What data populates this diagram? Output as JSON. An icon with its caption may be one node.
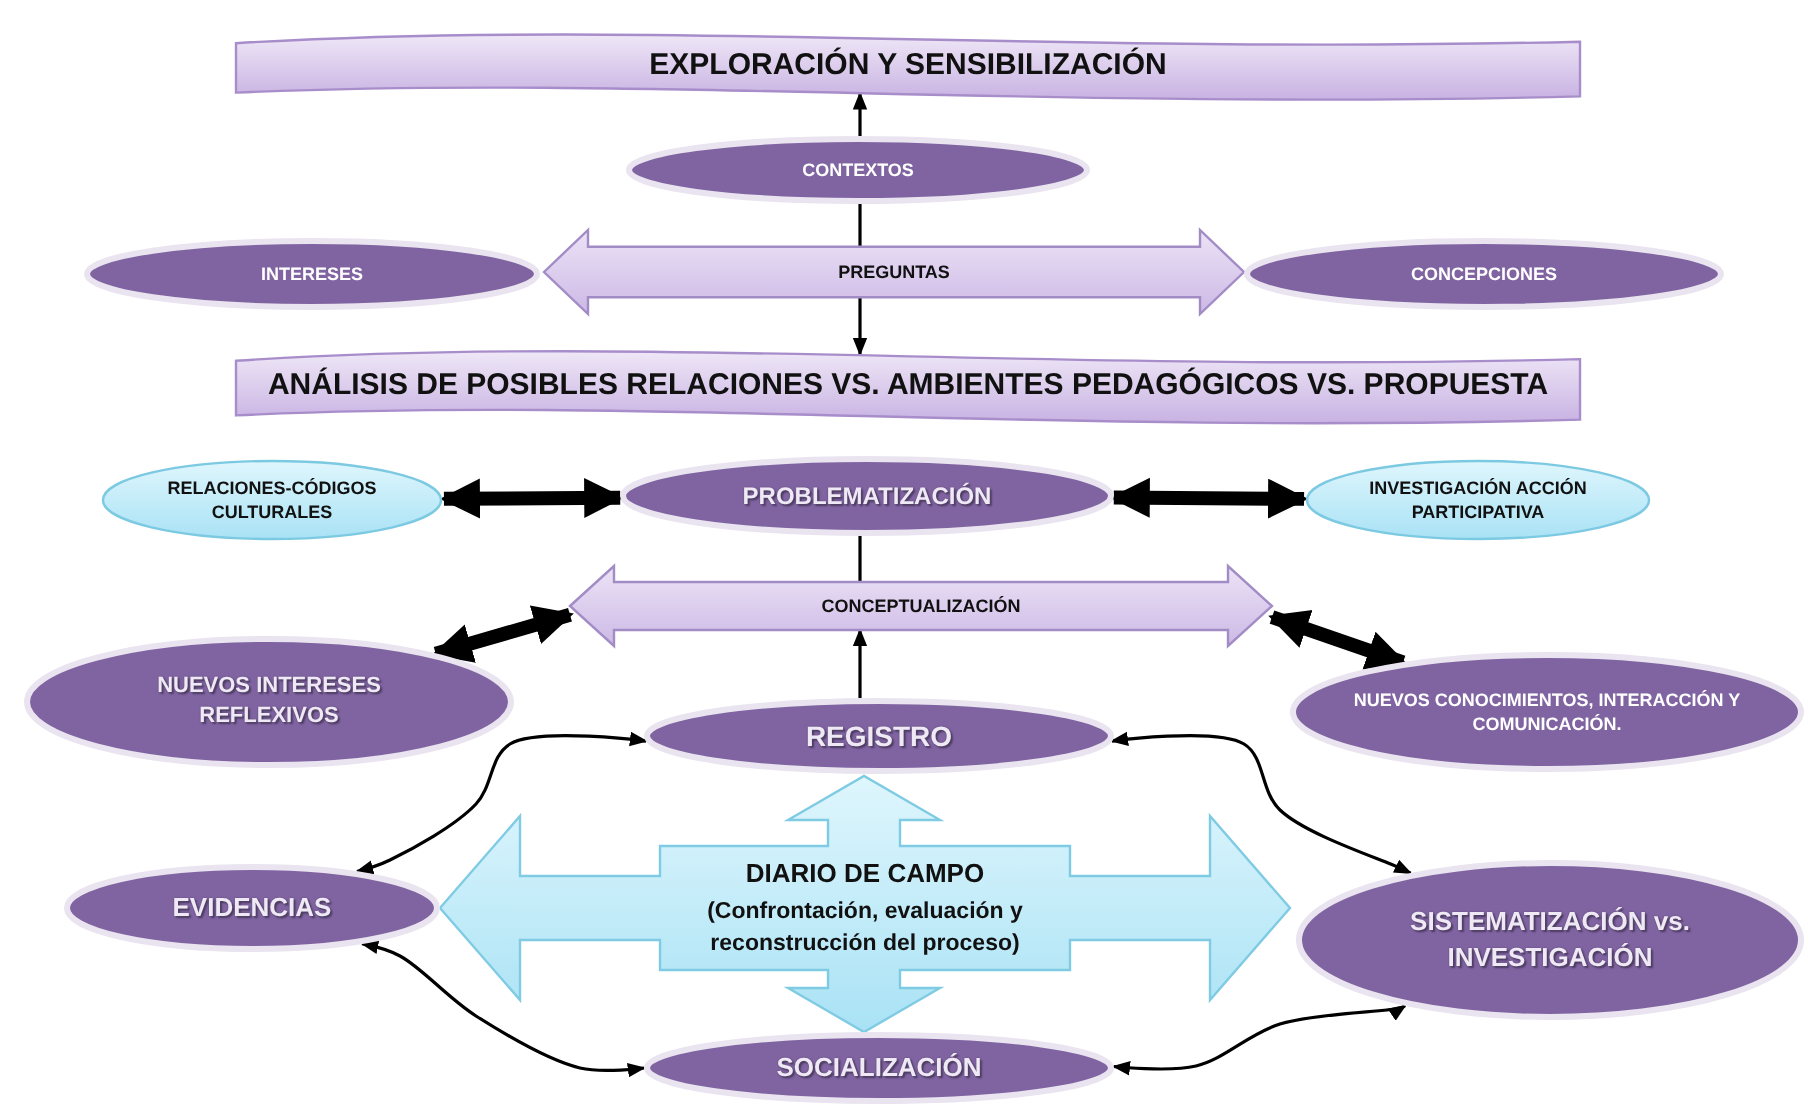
{
  "diagram": {
    "nodes": [
      {
        "text": [
          "EXPLORACIÓN Y SENSIBILIZACIÓN"
        ]
      },
      {
        "text": [
          "CONTEXTOS"
        ]
      },
      {
        "text": [
          "INTERESES"
        ]
      },
      {
        "text": [
          "PREGUNTAS"
        ]
      },
      {
        "text": [
          "CONCEPCIONES"
        ]
      },
      {
        "text": [
          "ANÁLISIS DE POSIBLES RELACIONES VS. AMBIENTES PEDAGÓGICOS VS. PROPUESTA"
        ]
      },
      {
        "text": [
          "RELACIONES-CÓDIGOS CULTURALES"
        ]
      },
      {
        "text": [
          "PROBLEMATIZACIÓN"
        ]
      },
      {
        "text": [
          "INVESTIGACIÓN ACCIÓN PARTICIPATIVA"
        ]
      },
      {
        "text": [
          "CONCEPTUALIZACIÓN"
        ]
      },
      {
        "text": [
          "NUEVOS INTERESES REFLEXIVOS"
        ]
      },
      {
        "text": [
          "NUEVOS CONOCIMIENTOS, INTERACCIÓN Y COMUNICACIÓN."
        ]
      },
      {
        "text": [
          "REGISTRO"
        ]
      },
      {
        "text": [
          "DIARIO DE CAMPO",
          "(Confrontación, evaluación y reconstrucción del proceso)"
        ]
      },
      {
        "text": [
          "EVIDENCIAS"
        ]
      },
      {
        "text": [
          "SISTEMATIZACIÓN vs. INVESTIGACIÓN"
        ]
      },
      {
        "text": [
          "SOCIALIZACIÓN"
        ]
      }
    ],
    "edges": [
      {
        "from": 1,
        "to": 0,
        "arrow": "to"
      },
      {
        "from": 1,
        "to": 3,
        "arrow": "none"
      },
      {
        "from": 3,
        "to": 5,
        "arrow": "to"
      },
      {
        "from": 6,
        "to": 7,
        "arrow": "both",
        "style": "thick"
      },
      {
        "from": 7,
        "to": 8,
        "arrow": "both",
        "style": "thick"
      },
      {
        "from": 7,
        "to": 9,
        "arrow": "none"
      },
      {
        "from": 12,
        "to": 9,
        "arrow": "to"
      },
      {
        "from": 9,
        "to": 10,
        "arrow": "both",
        "style": "thick"
      },
      {
        "from": 9,
        "to": 11,
        "arrow": "both",
        "style": "thick"
      },
      {
        "from": 12,
        "to": 14,
        "arrow": "both"
      },
      {
        "from": 12,
        "to": 15,
        "arrow": "both"
      },
      {
        "from": 14,
        "to": 16,
        "arrow": "both"
      },
      {
        "from": 16,
        "to": 15,
        "arrow": "both"
      }
    ]
  }
}
